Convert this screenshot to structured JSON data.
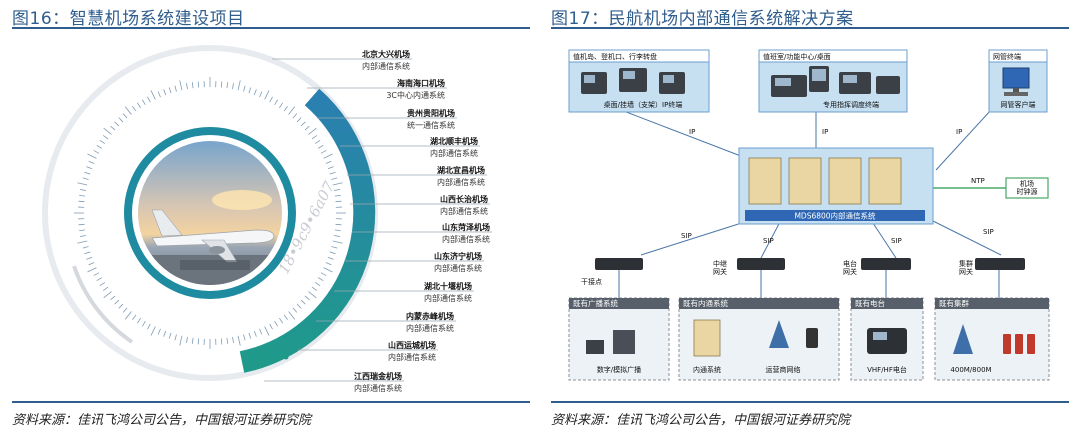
{
  "left_figure": {
    "title": "图16：智慧机场系统建设项目",
    "source": "资料来源：佳讯飞鸿公司公告，中国银河证券研究院",
    "watermark": "18•9c9•6a07",
    "airports": [
      {
        "name": "北京大兴机场",
        "system": "内部通信系统"
      },
      {
        "name": "海南海口机场",
        "system": "3C中心内通系统"
      },
      {
        "name": "贵州贵阳机场",
        "system": "统一通信系统"
      },
      {
        "name": "湖北顺丰机场",
        "system": "内部通信系统"
      },
      {
        "name": "湖北宜昌机场",
        "system": "内部通信系统"
      },
      {
        "name": "山西长治机场",
        "system": "内部通信系统"
      },
      {
        "name": "山东菏泽机场",
        "system": "内部通信系统"
      },
      {
        "name": "山东济宁机场",
        "system": "内部通信系统"
      },
      {
        "name": "湖北十堰机场",
        "system": "内部通信系统"
      },
      {
        "name": "内蒙赤峰机场",
        "system": "内部通信系统"
      },
      {
        "name": "山西运城机场",
        "system": "内部通信系统"
      },
      {
        "name": "江西瑞金机场",
        "system": "内部通信系统"
      }
    ]
  },
  "right_figure": {
    "title": "图17：民航机场内部通信系统解决方案",
    "source": "资料来源：佳讯飞鸿公司公告，中国银河证券研究院",
    "top_boxes": [
      {
        "title": "值机岛、登机口、行李转盘",
        "caption": "桌面/挂墙（支架）IP终端"
      },
      {
        "title": "值班室/功能中心/桌面",
        "caption": "专用指挥调度终端"
      },
      {
        "title": "网管终端",
        "caption": "网管客户端"
      }
    ],
    "server_label": "MDS6800内部通信系统",
    "clock_label": "机场时钟源",
    "protocols": {
      "ip": "IP",
      "ntp": "NTP",
      "sip": "SIP"
    },
    "gateways": [
      "干接点",
      "中继网关",
      "电台网关",
      "集群网关"
    ],
    "bottom_boxes": [
      {
        "title": "既有广播系统",
        "caption": "数字/模拟广播"
      },
      {
        "title": "既有内通系统",
        "caption_left": "内通系统",
        "caption_right": "运营商网络"
      },
      {
        "title": "既有电台",
        "caption": "VHF/HF电台"
      },
      {
        "title": "既有集群",
        "caption": "400M/800M"
      }
    ],
    "colors": {
      "accent": "#2f5d8e",
      "box_fill": "#c6dff1",
      "box_border": "#6b9fd0",
      "bottom_header": "#57606a"
    }
  }
}
